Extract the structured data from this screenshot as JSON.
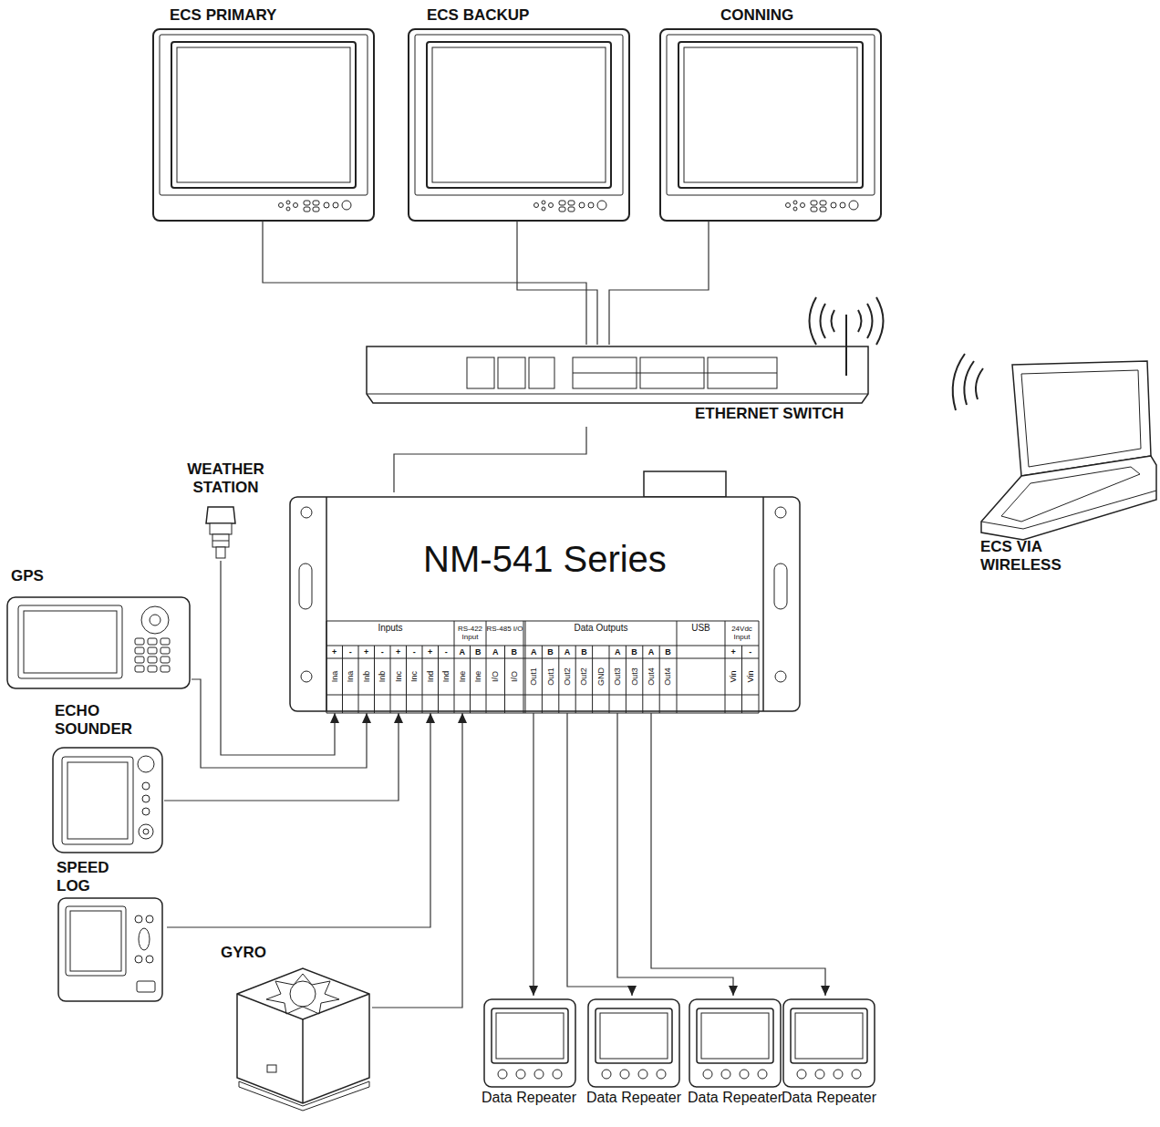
{
  "diagram": {
    "nodes": [
      {
        "text": [
          "ECS PRIMARY"
        ]
      },
      {
        "text": [
          "ECS BACKUP"
        ]
      },
      {
        "text": [
          "CONNING"
        ]
      },
      {
        "text": [
          "ETHERNET SWITCH"
        ]
      },
      {
        "text": [
          "NM-541 Series"
        ]
      },
      {
        "text": [
          "WEATHER STATION"
        ]
      },
      {
        "text": [
          "GPS"
        ]
      },
      {
        "text": [
          "ECHO SOUNDER"
        ]
      },
      {
        "text": [
          "SPEED LOG"
        ]
      },
      {
        "text": [
          "GYRO"
        ]
      },
      {
        "text": [
          "ECS VIA WIRELESS"
        ]
      },
      {
        "text": [
          "Data Repeater"
        ]
      },
      {
        "text": [
          "Data Repeater"
        ]
      },
      {
        "text": [
          "Data Repeater"
        ]
      },
      {
        "text": [
          "Data Repeater"
        ]
      }
    ],
    "edges": [
      {
        "from": 0,
        "to": 3,
        "arrow": "none"
      },
      {
        "from": 1,
        "to": 3,
        "arrow": "none"
      },
      {
        "from": 2,
        "to": 3,
        "arrow": "none"
      },
      {
        "from": 3,
        "to": 4,
        "arrow": "none"
      },
      {
        "from": 5,
        "to": 4,
        "arrow": "to"
      },
      {
        "from": 6,
        "to": 4,
        "arrow": "to"
      },
      {
        "from": 7,
        "to": 4,
        "arrow": "to"
      },
      {
        "from": 8,
        "to": 4,
        "arrow": "to"
      },
      {
        "from": 9,
        "to": 4,
        "arrow": "to"
      },
      {
        "from": 4,
        "to": 11,
        "arrow": "to"
      },
      {
        "from": 4,
        "to": 12,
        "arrow": "to"
      },
      {
        "from": 4,
        "to": 13,
        "arrow": "to"
      },
      {
        "from": 4,
        "to": 14,
        "arrow": "to"
      }
    ],
    "labels": [
      "Inputs",
      "RS-422 Input",
      "RS-485 I/O",
      "Data Outputs",
      "USB",
      "24Vdc Input",
      "+",
      "-",
      "+",
      "-",
      "+",
      "-",
      "+",
      "-",
      "A",
      "B",
      "A",
      "B",
      "A",
      "B",
      "A",
      "B",
      "A",
      "B",
      "A",
      "B",
      "+",
      "-",
      "Ina",
      "Ina",
      "Inb",
      "Inb",
      "Inc",
      "Inc",
      "Ind",
      "Ind",
      "Ine",
      "Ine",
      "I/O",
      "I/O",
      "Out1",
      "Out1",
      "Out2",
      "Out2",
      "GND",
      "Out3",
      "Out3",
      "Out4",
      "Out4",
      "Vin",
      "Vin"
    ]
  }
}
